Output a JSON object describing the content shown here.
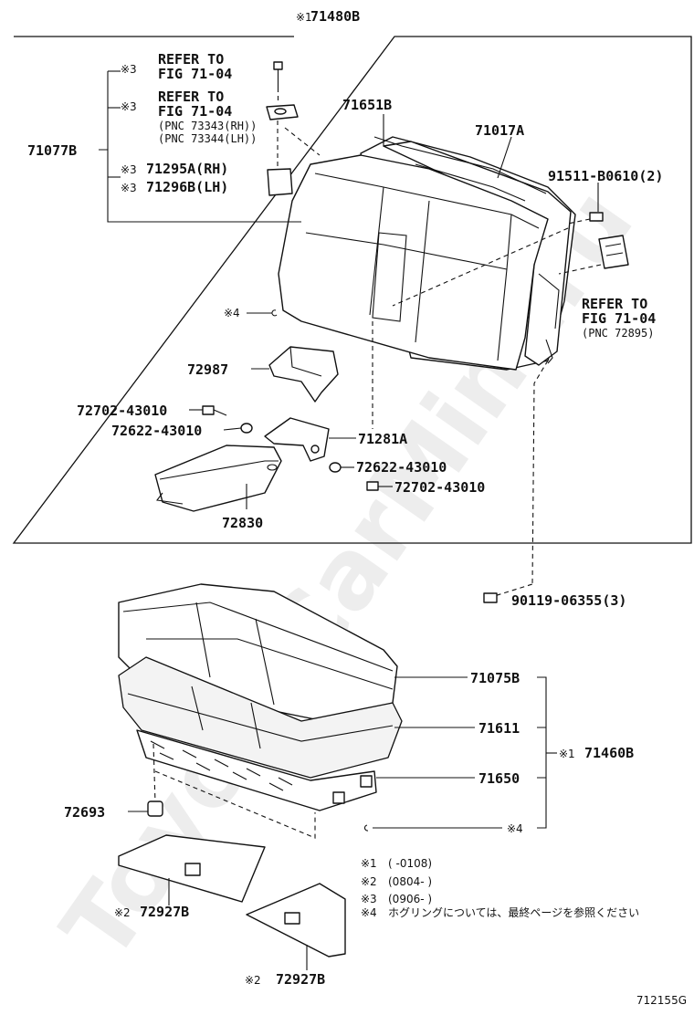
{
  "watermark": "ToyotaCarMini.ru",
  "figure_id": "712155G",
  "groups": {
    "top": {
      "mark": "※1",
      "number": "71480B"
    },
    "bottom": {
      "mark": "※1",
      "number": "71460B"
    }
  },
  "labels": {
    "p71651b": "71651B",
    "p71017a": "71017A",
    "p71077b": "71077B",
    "p71295a_mark": "※3",
    "p71295a": "71295A(RH)",
    "p71296b_mark": "※3",
    "p71296b": "71296B(LH)",
    "p91511": "91511-B0610(2)",
    "p72987": "72987",
    "p72702_a": "72702-43010",
    "p72622_a": "72622-43010",
    "p71281a": "71281A",
    "p72622_b": "72622-43010",
    "p72702_b": "72702-43010",
    "p72830": "72830",
    "p90119": "90119-06355(3)",
    "p71075b": "71075B",
    "p71611": "71611",
    "p71650": "71650",
    "p72693": "72693",
    "p72927b_a_mark": "※2",
    "p72927b_a": "72927B",
    "p72927b_b_mark": "※2",
    "p72927b_b": "72927B",
    "hog_mark_top": "※4",
    "hog_mark_bottom": "※4"
  },
  "refs": {
    "ref1": {
      "mark": "※3",
      "line1": "REFER TO",
      "line2": "FIG 71-04"
    },
    "ref2": {
      "mark": "※3",
      "line1": "REFER TO",
      "line2": "FIG 71-04",
      "pnc1": "(PNC 73343(RH))",
      "pnc2": "(PNC 73344(LH))"
    },
    "ref3": {
      "line1": "REFER TO",
      "line2": "FIG 71-04",
      "pnc1": "(PNC 72895)"
    }
  },
  "notes": [
    {
      "mark": "※1",
      "text": "(      -0108)"
    },
    {
      "mark": "※2",
      "text": "(0804-      )"
    },
    {
      "mark": "※3",
      "text": "(0906-      )"
    },
    {
      "mark": "※4",
      "text": "ホグリングについては、最終ページを参照ください"
    }
  ]
}
